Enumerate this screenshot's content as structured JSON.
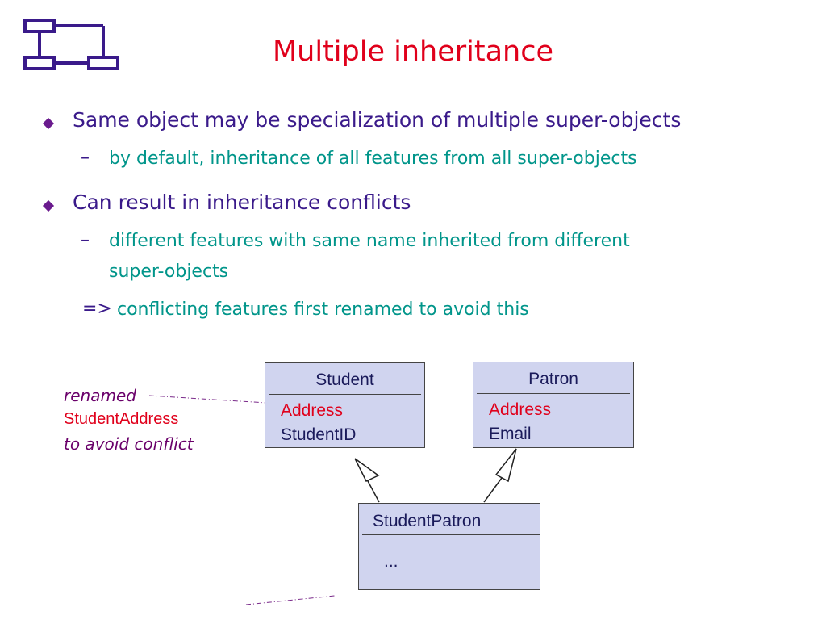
{
  "slide": {
    "title": "Multiple inheritance"
  },
  "bullets": [
    {
      "text": "Same object may be specialization of multiple super-objects",
      "subs": [
        {
          "marker": "–",
          "text": "by default, inheritance of all features from all super-objects"
        }
      ]
    },
    {
      "text": "Can result in inheritance conflicts",
      "subs": [
        {
          "marker": "–",
          "text_line1": "different features with same name inherited from different",
          "text_line2": "super-objects"
        },
        {
          "marker": "=>",
          "text": "conflicting features first renamed to avoid this"
        }
      ]
    }
  ],
  "diagram": {
    "student": {
      "name": "Student",
      "attrs": [
        "Address",
        "StudentID"
      ]
    },
    "patron": {
      "name": "Patron",
      "attrs": [
        "Address",
        "Email"
      ]
    },
    "student_patron": {
      "name": "StudentPatron",
      "attrs": [
        "..."
      ]
    },
    "note": {
      "line1": "renamed",
      "line2": "StudentAddress",
      "line3": "to avoid conflict"
    }
  },
  "colors": {
    "title": "#e0001b",
    "bullet_text": "#3a1a8a",
    "sub_text": "#00958a",
    "box_fill": "#d0d4ef",
    "conflict_attr": "#e0001b"
  }
}
